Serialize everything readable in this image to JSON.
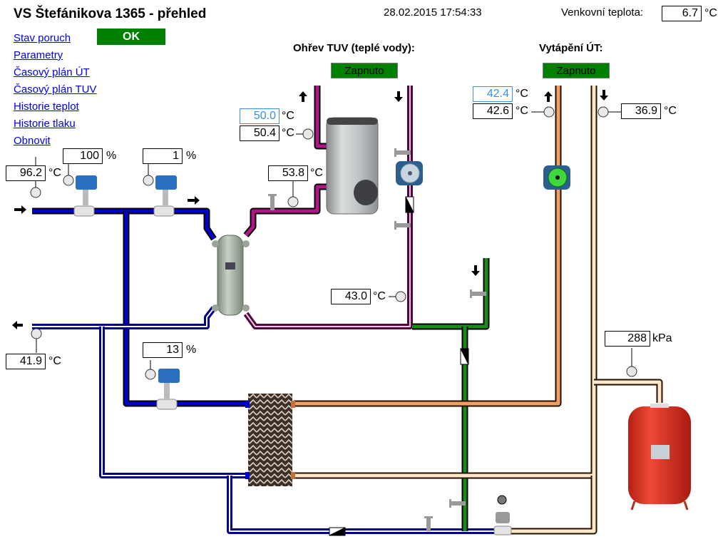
{
  "header": {
    "title": "VS Štefánikova 1365 - přehled",
    "datetime": "28.02.2015 17:54:33",
    "outdoor_label": "Venkovní teplota:",
    "outdoor_value": "6.7",
    "outdoor_unit": "°C"
  },
  "nav": {
    "links": [
      {
        "label": "Stav poruch"
      },
      {
        "label": "Parametry"
      },
      {
        "label": "Časový plán ÚT"
      },
      {
        "label": "Časový plán TUV"
      },
      {
        "label": "Historie teplot"
      },
      {
        "label": "Historie tlaku"
      },
      {
        "label": "Obnovit"
      }
    ],
    "fault_status": "OK"
  },
  "tuv": {
    "title": "Ohřev TUV (teplé vody):",
    "state": "Zapnuto",
    "setpoint": "50.0",
    "outlet_temp": "50.4",
    "inlet_temp": "53.8",
    "return_temp": "43.0"
  },
  "ut": {
    "title": "Vytápění ÚT:",
    "state": "Zapnuto",
    "setpoint": "42.4",
    "supply_temp": "42.6",
    "return_temp": "36.9",
    "pressure": "288"
  },
  "primary": {
    "supply_temp": "96.2",
    "return_temp": "41.9",
    "valve1_percent": "100",
    "valve2_percent": "1",
    "valve3_percent": "13"
  },
  "units": {
    "celsius": "°C",
    "percent": "%",
    "kpa": "kPa"
  },
  "colors": {
    "primary_pipe": "#0000cc",
    "tuv_pipe": "#b0168a",
    "ut_supply_pipe": "#f0a060",
    "ut_return_pipe": "#fde8c8",
    "cold_water_pipe": "#1a8a1a",
    "status_green": "#008000",
    "setpoint_blue": "#3a8ee6",
    "link_blue": "#0000ee"
  }
}
